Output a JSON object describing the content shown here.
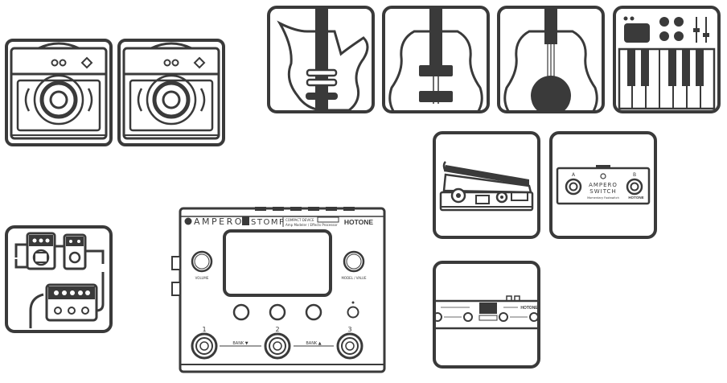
{
  "colors": {
    "stroke": "#3a3a3a",
    "fill_dark": "#3a3a3a",
    "fill_light": "#f3f3f3",
    "background": "#ffffff"
  },
  "icons": {
    "amp_1": "amp-combo-icon",
    "amp_2": "amp-combo-icon",
    "electric_guitar": "electric-guitar-icon",
    "acoustic_guitar": "acoustic-guitar-icon",
    "acoustic_guitar_soundhole": "acoustic-guitar-soundhole-icon",
    "midi_keyboard": "midi-keyboard-icon",
    "pedalboard": "pedalboard-icon",
    "expression_pedal": "expression-pedal-icon",
    "footswitch": "footswitch-icon",
    "rack_unit": "rack-processor-icon",
    "main_device": "multi-effects-processor-icon"
  },
  "device": {
    "brand_logo": "AMPERO",
    "model_badge": "STOMP",
    "description_line1": "COMPACT DEVICE",
    "description_line2": "Amp Modeler / Effects Processor",
    "maker_logo": "HOTONE",
    "knob_left_label": "VOLUME",
    "knob_right_label": "MODEL / VALUE",
    "footswitch_1": "1",
    "footswitch_2": "2",
    "footswitch_3": "3",
    "bank_down": "BANK ▼",
    "bank_up": "BANK ▲"
  },
  "switch_device": {
    "label_a": "A",
    "label_b": "B",
    "name_line1": "AMPERO",
    "name_line2": "SWITCH",
    "caption": "Momentary Footswitch",
    "maker_logo": "HOTONE"
  },
  "rack": {
    "maker_logo": "HOTONE"
  }
}
